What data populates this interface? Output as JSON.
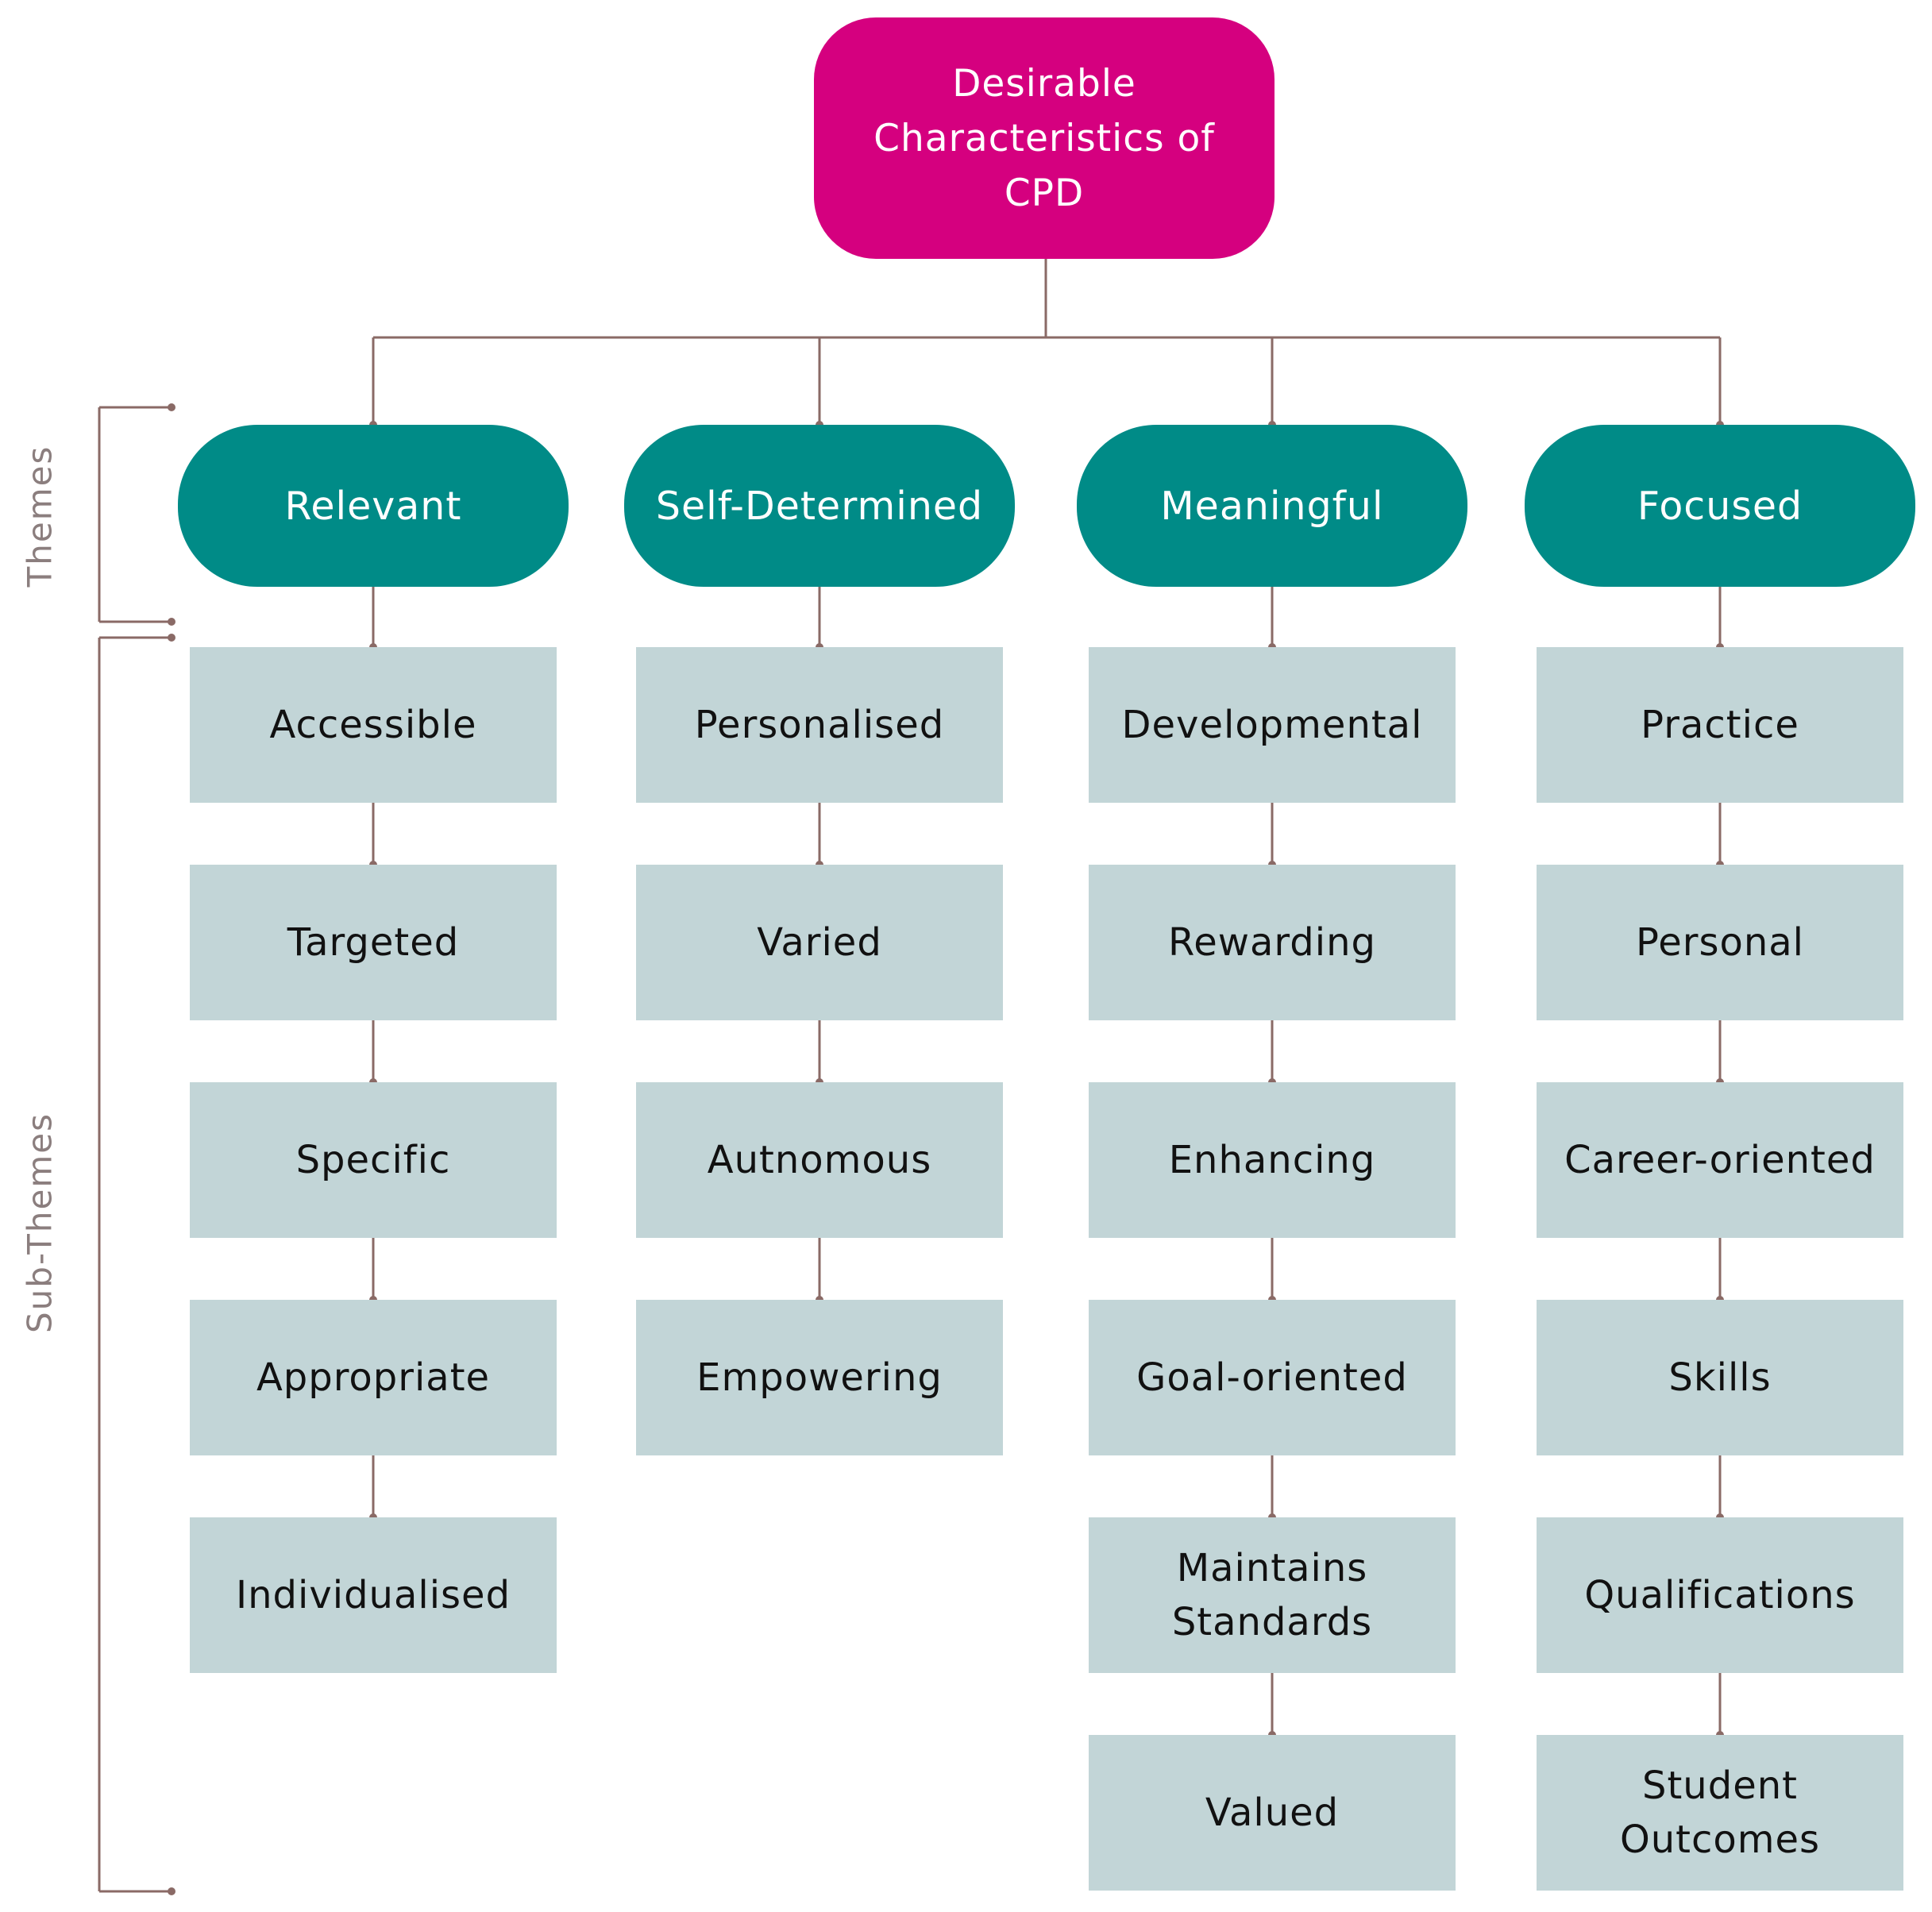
{
  "root": {
    "label": "Desirable Characteristics of CPD"
  },
  "side_labels": {
    "themes": "Themes",
    "sub_themes": "Sub-Themes"
  },
  "themes": [
    {
      "label": "Relevant",
      "sub_themes": [
        "Accessible",
        "Targeted",
        "Specific",
        "Appropriate",
        "Individualised"
      ]
    },
    {
      "label": "Self-Determined",
      "sub_themes": [
        "Personalised",
        "Varied",
        "Autnomous",
        "Empowering"
      ]
    },
    {
      "label": "Meaningful",
      "sub_themes": [
        "Developmental",
        "Rewarding",
        "Enhancing",
        "Goal-oriented",
        "Maintains Standards",
        "Valued"
      ]
    },
    {
      "label": "Focused",
      "sub_themes": [
        "Practice",
        "Personal",
        "Career-oriented",
        "Skills",
        "Qualifications",
        "Student Outcomes"
      ]
    }
  ],
  "colors": {
    "root": "#d5007f",
    "theme": "#008b87",
    "sub_theme": "#c2d5d7",
    "connector": "#8a6a66",
    "side_label": "#8b7e7e"
  }
}
